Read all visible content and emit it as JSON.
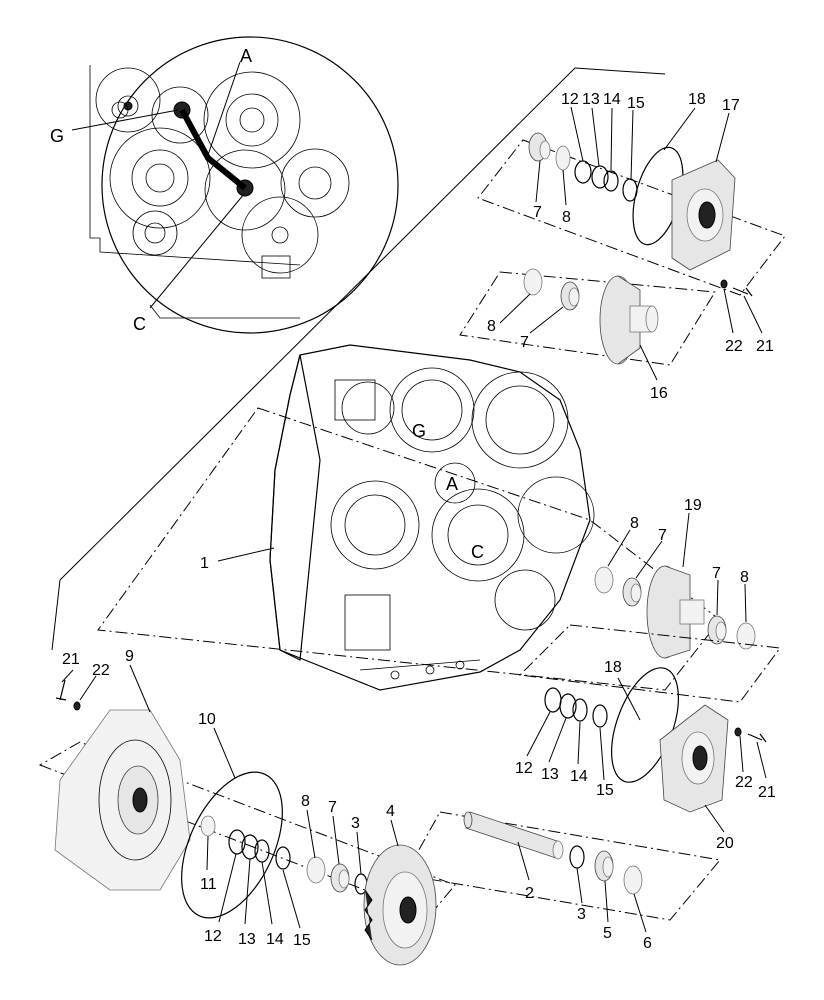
{
  "diagram": {
    "callouts": {
      "p1": "1",
      "p2": "2",
      "p3a": "3",
      "p3b": "3",
      "p4": "4",
      "p5": "5",
      "p6": "6",
      "p7a": "7",
      "p7b": "7",
      "p7c": "7",
      "p7d": "7",
      "p7e": "7",
      "p8a": "8",
      "p8b": "8",
      "p8c": "8",
      "p8d": "8",
      "p8e": "8",
      "p9": "9",
      "p10": "10",
      "p11": "11",
      "p12a": "12",
      "p12b": "12",
      "p12c": "12",
      "p13a": "13",
      "p13b": "13",
      "p13c": "13",
      "p14a": "14",
      "p14b": "14",
      "p14c": "14",
      "p15a": "15",
      "p15b": "15",
      "p15c": "15",
      "p16": "16",
      "p17": "17",
      "p18a": "18",
      "p18b": "18",
      "p19": "19",
      "p20": "20",
      "p21a": "21",
      "p21b": "21",
      "p21c": "21",
      "p22a": "22",
      "p22b": "22",
      "p22c": "22"
    },
    "position_labels": {
      "inset_a": "A",
      "inset_g": "G",
      "inset_c": "C",
      "housing_g": "G",
      "housing_a": "A",
      "housing_c": "C"
    }
  }
}
